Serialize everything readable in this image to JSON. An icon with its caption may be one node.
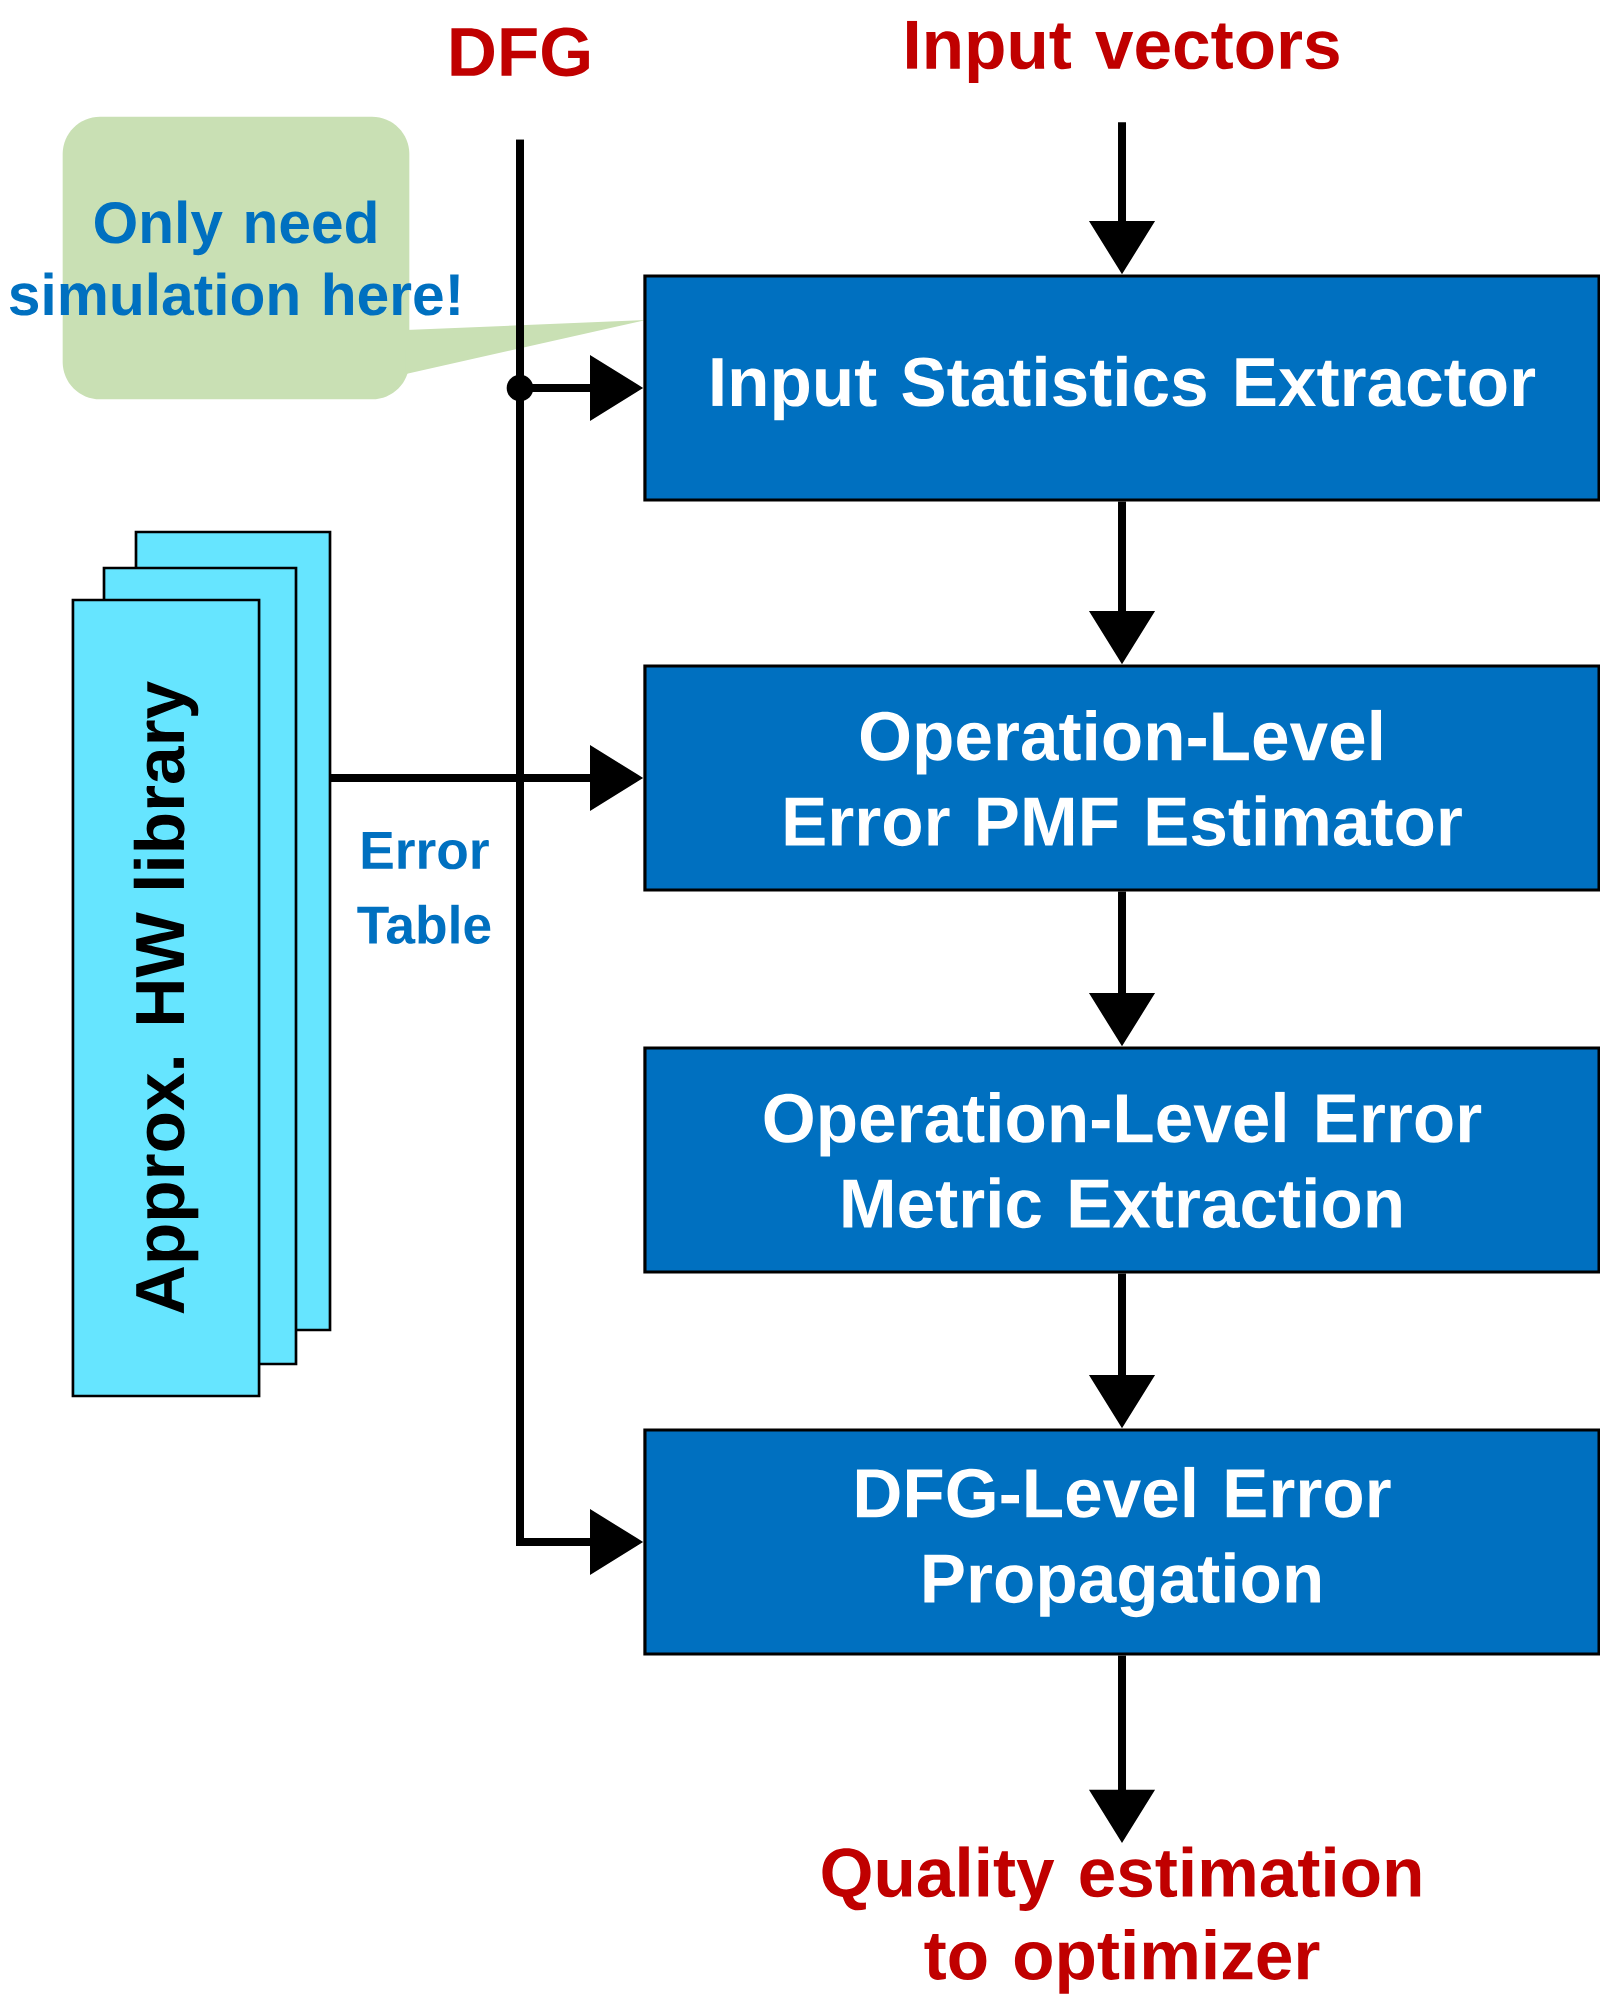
{
  "diagram": {
    "nodes": [
      {
        "text": [
          "DFG"
        ]
      },
      {
        "text": [
          "Input vectors"
        ]
      },
      {
        "text": [
          "Only need simulation here!"
        ]
      },
      {
        "text": [
          "Input Statistics Extractor"
        ]
      },
      {
        "text": [
          "Approx. HW library"
        ]
      },
      {
        "text": [
          "Operation-Level Error PMF Estimator"
        ]
      },
      {
        "text": [
          "Operation-Level Error Metric Extraction"
        ]
      },
      {
        "text": [
          "DFG-Level Error Propagation"
        ]
      },
      {
        "text": [
          "Quality estimation to optimizer"
        ]
      }
    ],
    "edges": [
      {
        "from": 0,
        "to": 3,
        "arrow": "to"
      },
      {
        "from": 0,
        "to": 7,
        "arrow": "to"
      },
      {
        "from": 1,
        "to": 3,
        "arrow": "to"
      },
      {
        "from": 3,
        "to": 5,
        "arrow": "to"
      },
      {
        "from": 4,
        "to": 5,
        "arrow": "to",
        "label": "Error Table"
      },
      {
        "from": 5,
        "to": 6,
        "arrow": "to"
      },
      {
        "from": 6,
        "to": 7,
        "arrow": "to"
      },
      {
        "from": 7,
        "to": 8,
        "arrow": "to"
      }
    ]
  }
}
